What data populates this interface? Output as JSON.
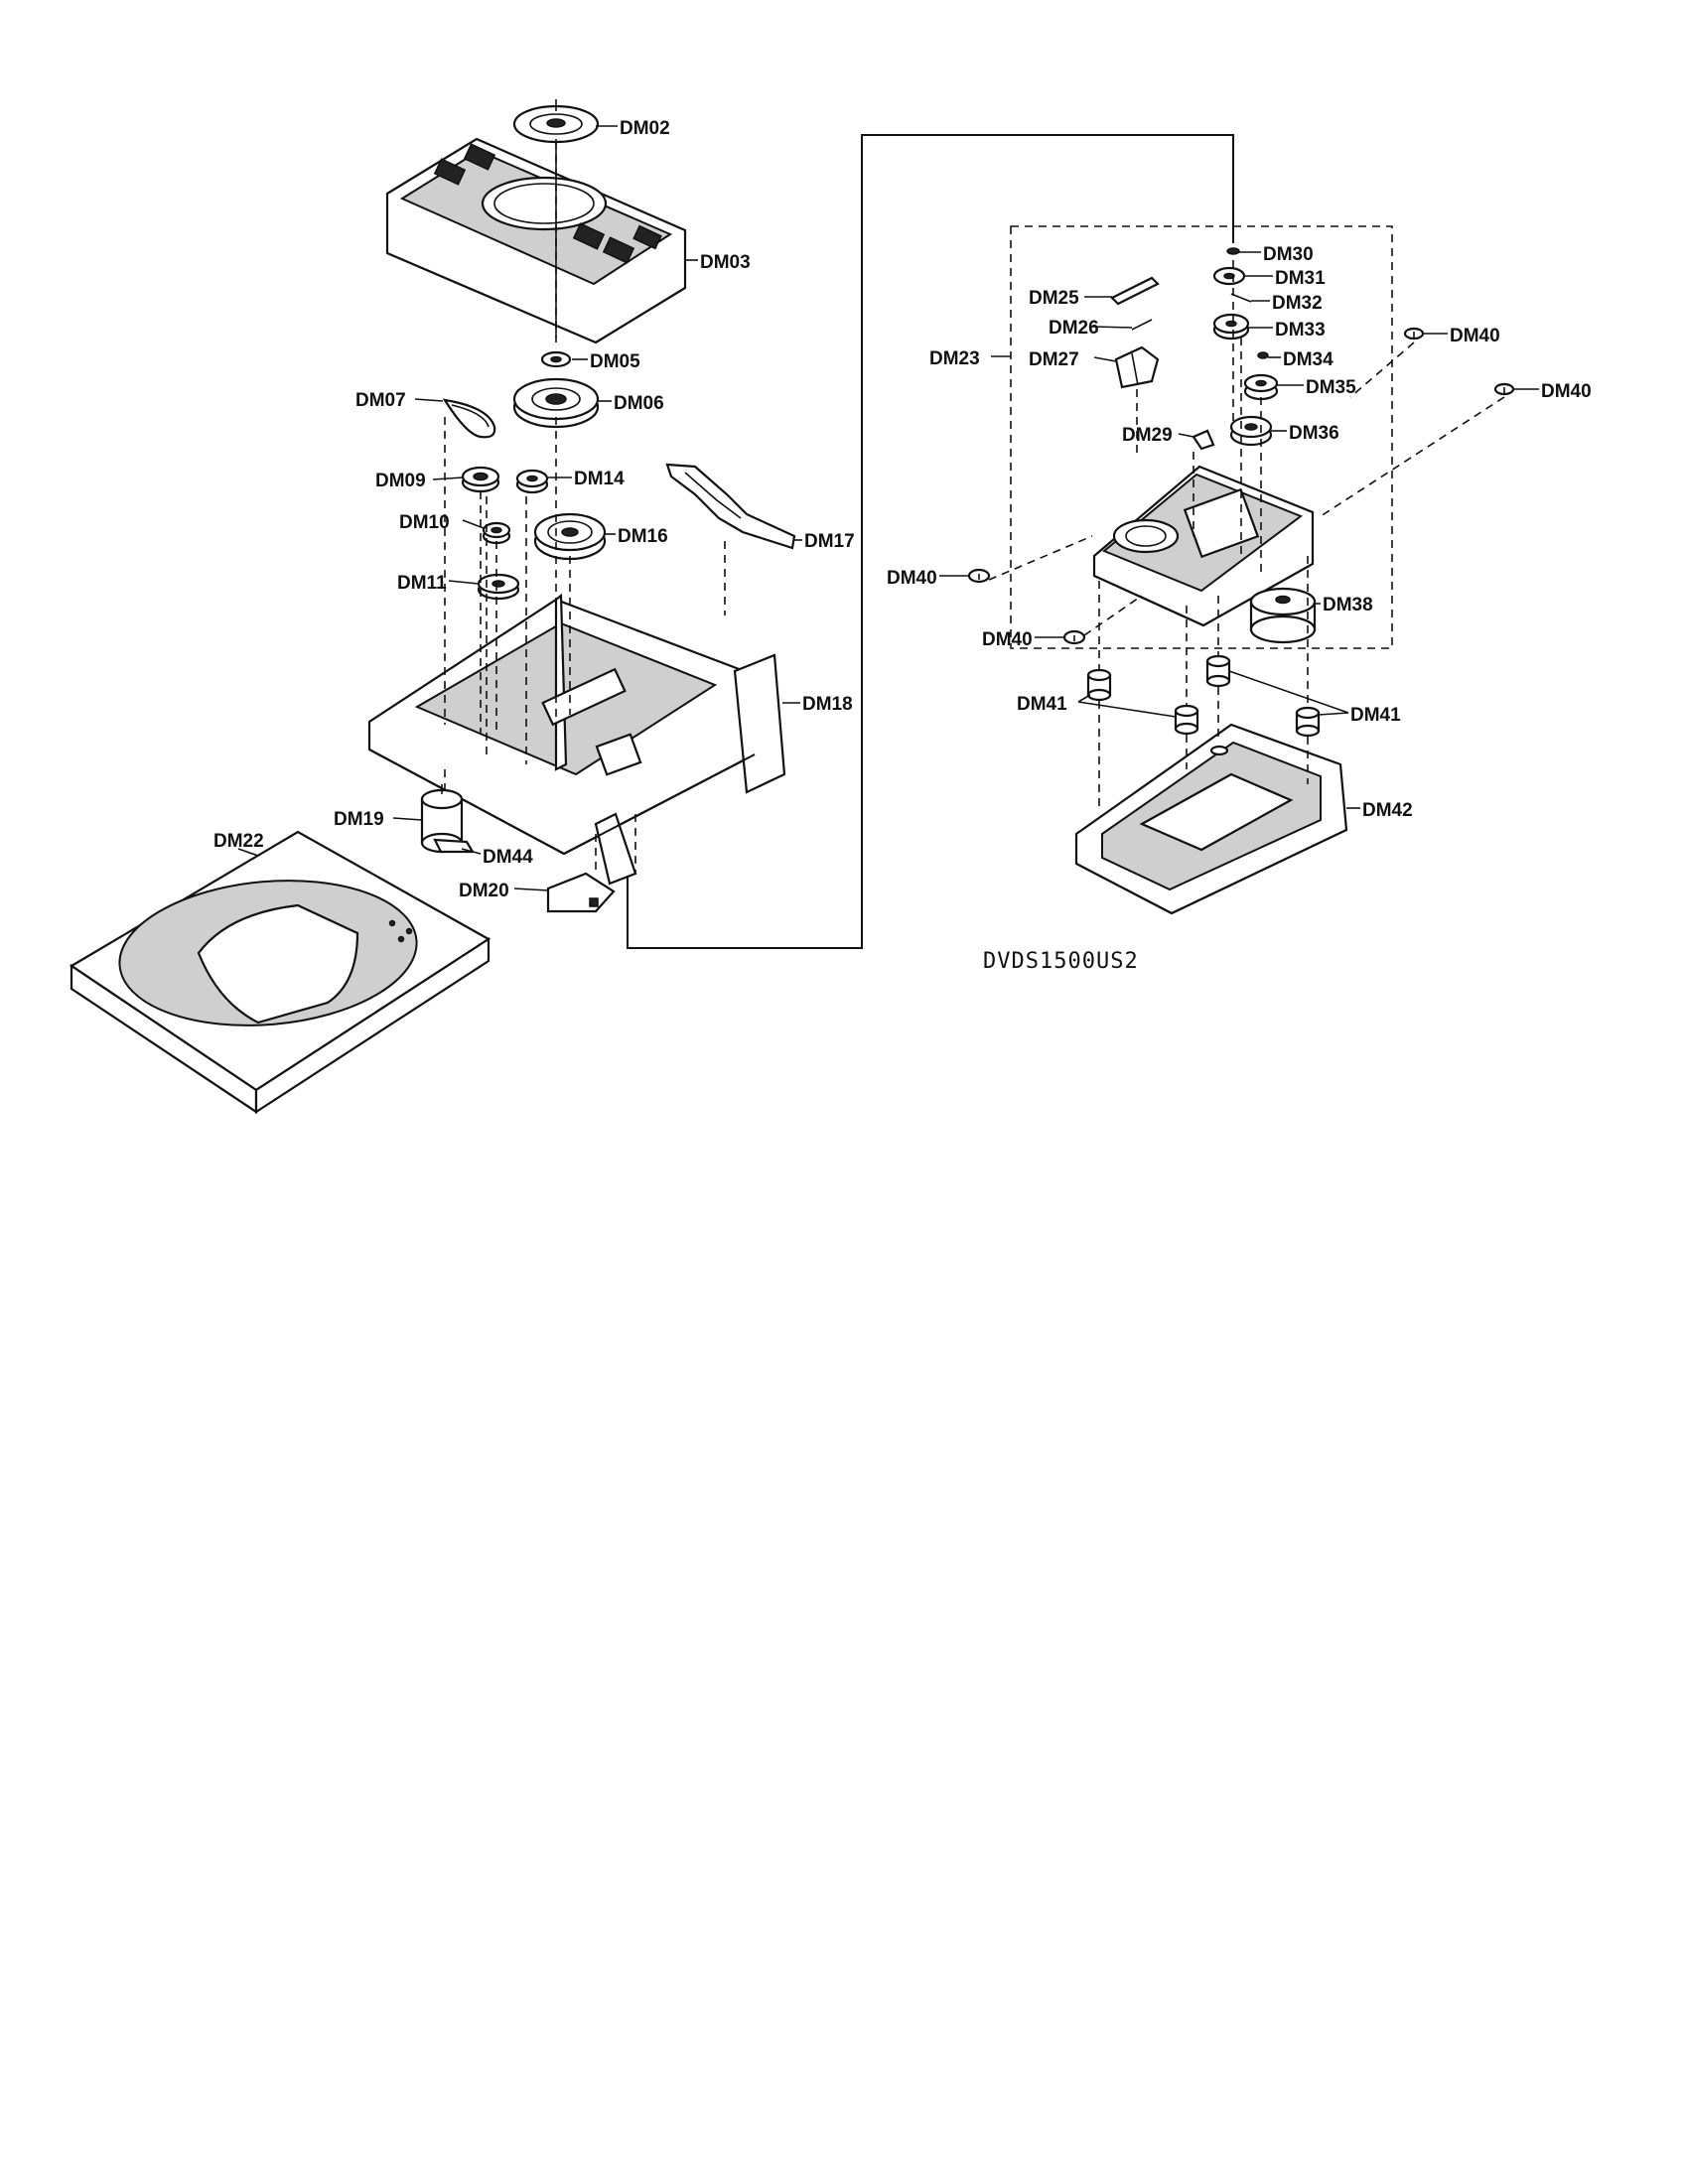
{
  "figure_code": "DVDS1500US2",
  "labels": {
    "DM02": "DM02",
    "DM03": "DM03",
    "DM05": "DM05",
    "DM06": "DM06",
    "DM07": "DM07",
    "DM09": "DM09",
    "DM10": "DM10",
    "DM11": "DM11",
    "DM14": "DM14",
    "DM16": "DM16",
    "DM17": "DM17",
    "DM18": "DM18",
    "DM19": "DM19",
    "DM20": "DM20",
    "DM22": "DM22",
    "DM23": "DM23",
    "DM25": "DM25",
    "DM26": "DM26",
    "DM27": "DM27",
    "DM29": "DM29",
    "DM30": "DM30",
    "DM31": "DM31",
    "DM32": "DM32",
    "DM33": "DM33",
    "DM34": "DM34",
    "DM35": "DM35",
    "DM36": "DM36",
    "DM38": "DM38",
    "DM40": "DM40",
    "DM41": "DM41",
    "DM42": "DM42",
    "DM44": "DM44"
  }
}
